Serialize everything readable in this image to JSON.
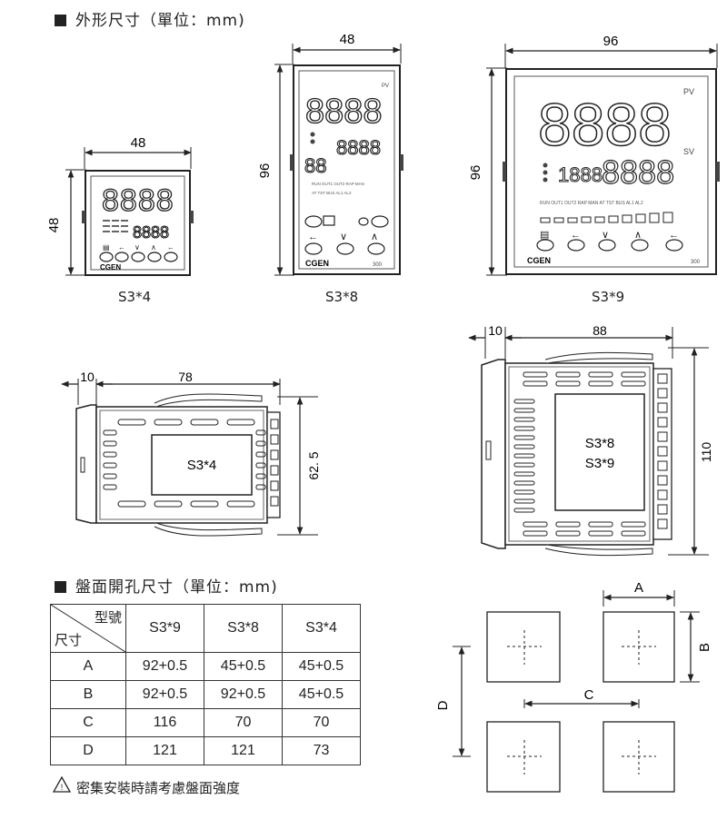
{
  "section1": {
    "title": "外形尺寸（單位：mm)"
  },
  "models": {
    "s34": {
      "label": "S3*4",
      "width": "48",
      "height": "48",
      "brand": "CGEN"
    },
    "s38": {
      "label": "S3*8",
      "width": "48",
      "height": "96",
      "brand": "CGEN",
      "model_no": "300"
    },
    "s39": {
      "label": "S3*9",
      "width": "96",
      "height": "96",
      "brand": "CGEN",
      "model_no": "300",
      "pv": "PV",
      "sv": "SV"
    }
  },
  "side_small": {
    "front": "10",
    "depth": "78",
    "height": "62. 5",
    "label": "S3*4"
  },
  "side_large": {
    "front": "10",
    "depth": "88",
    "height": "110",
    "label_1": "S3*8",
    "label_2": "S3*9"
  },
  "section2": {
    "title": "盤面開孔尺寸（單位：mm)"
  },
  "table": {
    "header_top": "型號",
    "header_bottom": "尺寸",
    "columns": [
      "S3*9",
      "S3*8",
      "S3*4"
    ],
    "rows": [
      {
        "name": "A",
        "values": [
          "92+0.5",
          "45+0.5",
          "45+0.5"
        ]
      },
      {
        "name": "B",
        "values": [
          "92+0.5",
          "92+0.5",
          "45+0.5"
        ]
      },
      {
        "name": "C",
        "values": [
          "116",
          "70",
          "70"
        ]
      },
      {
        "name": "D",
        "values": [
          "121",
          "121",
          "73"
        ]
      }
    ]
  },
  "cutout": {
    "a": "A",
    "b": "B",
    "c": "C",
    "d": "D"
  },
  "note": "密集安裝時請考慮盤面強度"
}
